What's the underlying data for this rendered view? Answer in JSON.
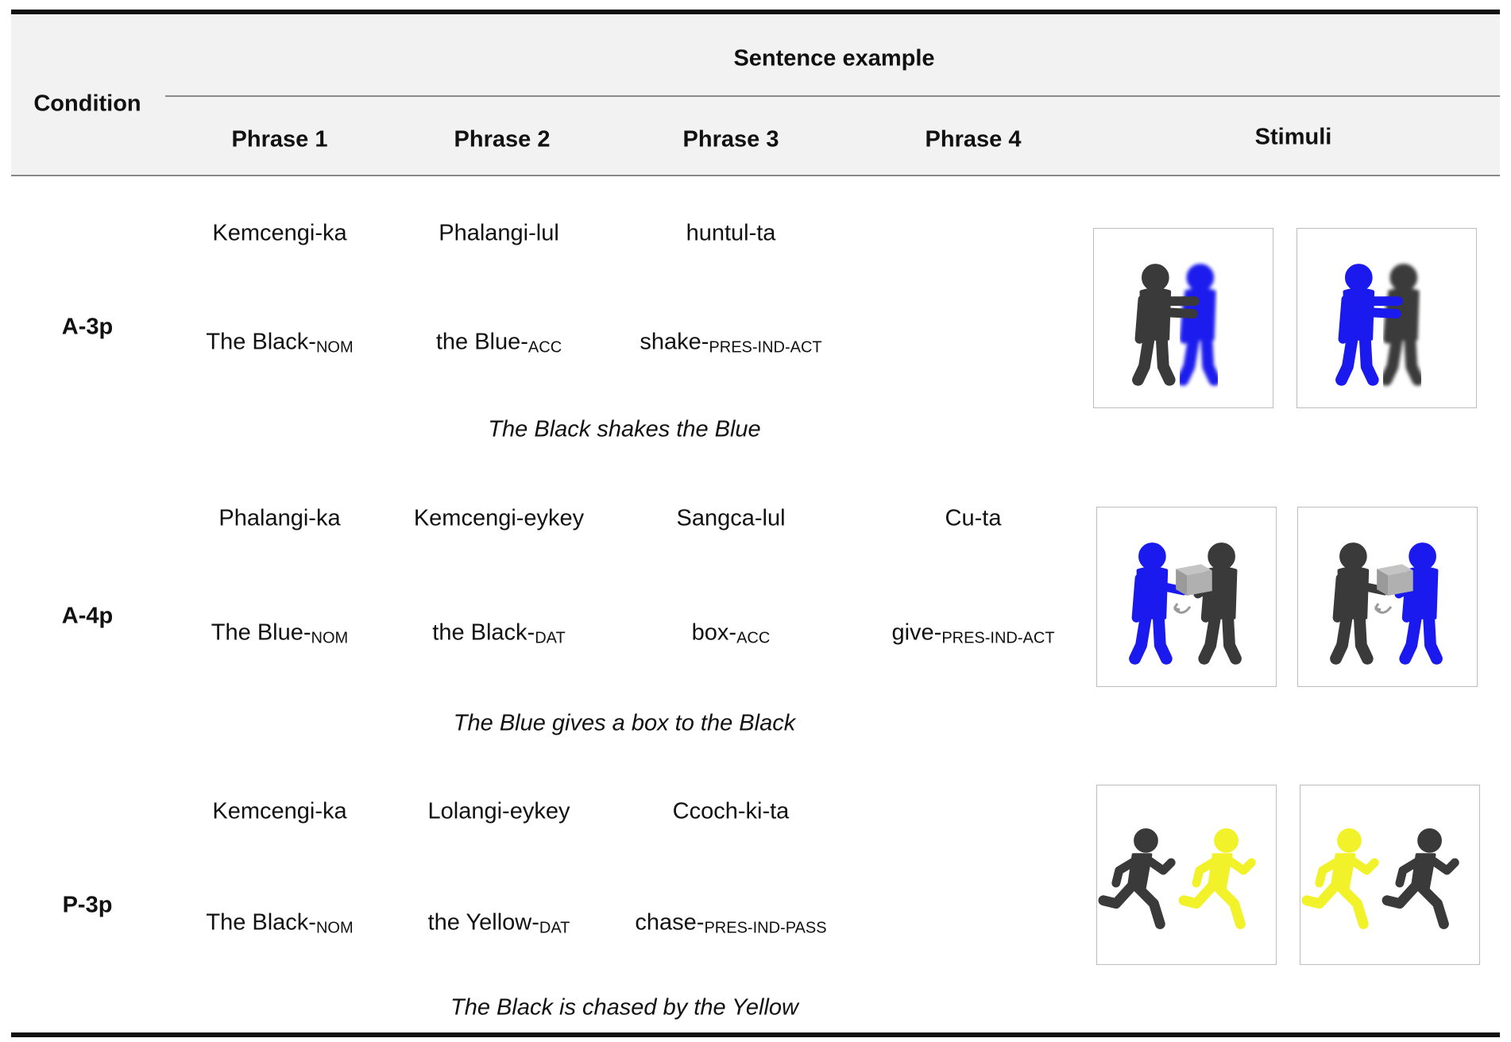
{
  "header": {
    "condition": "Condition",
    "sentence_example": "Sentence example",
    "phrase1": "Phrase 1",
    "phrase2": "Phrase 2",
    "phrase3": "Phrase 3",
    "phrase4": "Phrase 4",
    "stimuli": "Stimuli"
  },
  "rows": [
    {
      "condition": "A-3p",
      "korean": [
        "Kemcengi-ka",
        "Phalangi-lul",
        "huntul-ta",
        ""
      ],
      "gloss": [
        {
          "word": "The Black-",
          "tag": "NOM"
        },
        {
          "word": "the Blue-",
          "tag": "ACC"
        },
        {
          "word": "shake-",
          "tag": "PRES-IND-ACT"
        },
        {
          "word": "",
          "tag": ""
        }
      ],
      "translation": "The Black shakes the Blue",
      "stimuli": [
        {
          "scene": "shake",
          "left_color": "#3a3a3a",
          "right_color": "#1a1aee",
          "blurred": "right"
        },
        {
          "scene": "shake",
          "left_color": "#1a1aee",
          "right_color": "#3a3a3a",
          "blurred": "right"
        }
      ]
    },
    {
      "condition": "A-4p",
      "korean": [
        "Phalangi-ka",
        "Kemcengi-eykey",
        "Sangca-lul",
        "Cu-ta"
      ],
      "gloss": [
        {
          "word": "The Blue-",
          "tag": "NOM"
        },
        {
          "word": "the Black-",
          "tag": "DAT"
        },
        {
          "word": "box-",
          "tag": "ACC"
        },
        {
          "word": "give-",
          "tag": "PRES-IND-ACT"
        }
      ],
      "translation": "The Blue gives a box to the Black",
      "stimuli": [
        {
          "scene": "give",
          "left_color": "#1a1aee",
          "right_color": "#3a3a3a",
          "box_color": "#9a9a9a"
        },
        {
          "scene": "give",
          "left_color": "#3a3a3a",
          "right_color": "#1a1aee",
          "box_color": "#9a9a9a"
        }
      ]
    },
    {
      "condition": "P-3p",
      "korean": [
        "Kemcengi-ka",
        "Lolangi-eykey",
        "Ccoch-ki-ta",
        ""
      ],
      "gloss": [
        {
          "word": "The Black-",
          "tag": "NOM"
        },
        {
          "word": "the Yellow-",
          "tag": "DAT"
        },
        {
          "word": "chase-",
          "tag": "PRES-IND-PASS"
        },
        {
          "word": "",
          "tag": ""
        }
      ],
      "translation": "The Black is chased by the Yellow",
      "stimuli": [
        {
          "scene": "chase",
          "left_color": "#3a3a3a",
          "right_color": "#f2f22a"
        },
        {
          "scene": "chase",
          "left_color": "#f2f22a",
          "right_color": "#3a3a3a"
        }
      ]
    }
  ]
}
